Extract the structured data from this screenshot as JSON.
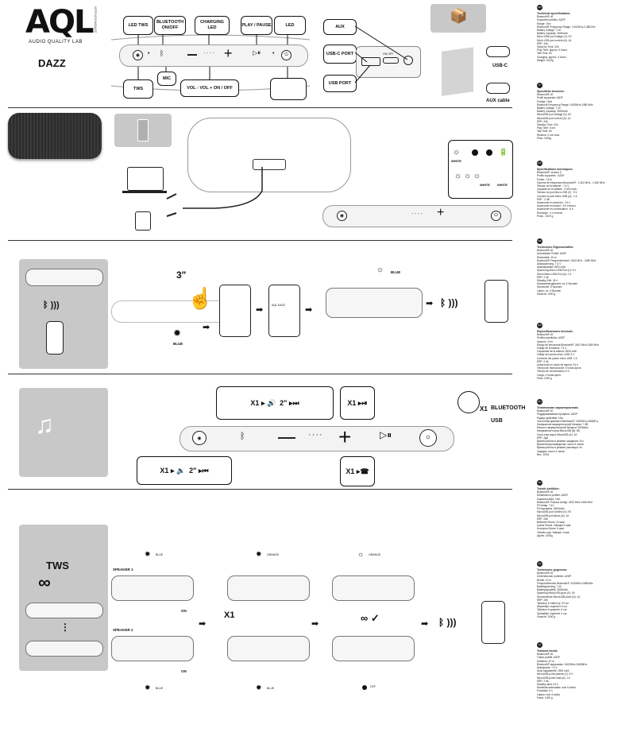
{
  "brand": {
    "logo": "AQL",
    "tagline": "AUDIO QUALITY LAB",
    "model": "DAZZ",
    "code": "ISTRUZIONIDAZZ"
  },
  "controls": {
    "led_tws": "LED TWS",
    "bluetooth": "BLUETOOTH ON/OFF",
    "charging_led": "CHARGING LED",
    "play_pause": "PLAY / PAUSE",
    "led": "LED",
    "tws": "TWS",
    "mic": "MIC",
    "vol": "VOL - VOL + ON / OFF"
  },
  "ports": {
    "aux": "AUX",
    "usbc": "USB-C PORT",
    "usb": "USB PORT",
    "usbc_cable": "USB-C",
    "aux_cable": "AUX cable",
    "on_off": "ON OFF"
  },
  "charge": {
    "white1": "WHITE",
    "white2": "WHITE",
    "white3": "WHITE"
  },
  "pairing": {
    "time": "3\"",
    "color1": "BLUE",
    "color2": "BLUE",
    "device": "AQL DAZZ"
  },
  "music": {
    "x1": "X1",
    "two_sec": "2\"",
    "bluetooth": "BLUETOOTH",
    "usb": "USB"
  },
  "tws": {
    "title": "TWS",
    "speaker1": "SPEAKER 1",
    "speaker2": "SPEAKER 2",
    "on": "ON",
    "x1": "X1",
    "blue": "BLUE",
    "orange": "ORANGE",
    "off": "OFF"
  },
  "specs": [
    {
      "flag": "EN",
      "title": "Technical specifications:",
      "lines": [
        "Bluetooth® v5",
        "Supported profiles: A2DP",
        "Range: 10m",
        "Bluetooth® Frequency Range: 2.402GHz-2.480GHz",
        "Battery Voltage: 7.4V",
        "Battery Capacity: 2500mAh",
        "Micro USB port voltage (V): 5V",
        "Micro USB port current (A): 1A",
        "ERP: 2db",
        "Stand-by Time: 24h",
        "Play Time: approx. 5 hours",
        "Talk Time: 6h",
        "Charging: approx. 4 hours",
        "Weight: 1000g"
      ]
    },
    {
      "flag": "IT",
      "title": "Specifiche tecniche:",
      "lines": [
        "Bluetooth® v5",
        "Profili supportati: A2DP",
        "Portata: 10mt",
        "Bluetooth Frequency Range: 2402MHz-2480 MHz",
        "Battery Voltage: 7.4V",
        "Battery Capacity: 2500mAh",
        "MicroUSB port Voltage (V): 5V",
        "MicroUSB port current (A): 1A",
        "ERP: 2db",
        "Standby Time: 24h",
        "Play Time: 5 ore",
        "Talk Time: 6h",
        "Ricarica: 4 ore circa",
        "Peso: 1000g"
      ]
    },
    {
      "flag": "FR",
      "title": "Spécifications techniques:",
      "lines": [
        "Bluetooth®: version 5",
        "Profils supportés : A2DP",
        "Portée : 10 m",
        "Gamme de fréquences Bluetooth® : 2 402 MHz - 2 480 MHz",
        "Tension de la batterie : 7,4 V",
        "Capacité de la batterie : 2 500 mAh",
        "Tension du port Micro USB (V) : 5 V",
        "Courant du port Micro USB (A) : 1 A",
        "ERP : 2 dB",
        "Autonomie en stand-by : 24 h",
        "Autonomie en lecture : 5 h environ",
        "Autonomie en conversation : 6 h",
        "Recharge : 4 h environ",
        "Poids : 1000 g"
      ]
    },
    {
      "flag": "DE",
      "title": "Technische Eigenschaften:",
      "lines": [
        "Bluetooth® v5",
        "Unterstützte Profile: A2DP",
        "Reichweite: 10 m",
        "Bluetooth®-Frequenzbereich: 2402 MHz - 2480 MHz",
        "Akkuspannung: 7,4 V",
        "Akkukapazität: 2500 mAh",
        "Spannung Micro-USB-Port (V): 5 V",
        "Strom Micro-USB-Port (A): 1 A",
        "ERP: 2 db",
        "Standby-Zeit: 24 h",
        "Musikwiedergabezeit: ca. 5 Stunden",
        "Sprechzeit: 6 Stunden",
        "Laden: ca. 4 Stunden",
        "Gewicht: 1000 g"
      ]
    },
    {
      "flag": "ES",
      "title": "Especificaciones técnicas:",
      "lines": [
        "Bluetooth® v5",
        "Perfiles admitidos: A2DP",
        "Alcance: 10 m",
        "Rango de frecuencia Bluetooth®: 2402 MHz-2480 MHz",
        "Voltaje de la batería: 7,4 V",
        "Capacidad de la batería: 2500 mAh",
        "Voltaje del puerto micro USB: 5 V",
        "Corriente del puerto micro USB: 1 A",
        "ERP: 2 db",
        "Autonomía en modo de espera: 24 h",
        "Tiempo de reproducción: 5 horas aprox.",
        "Tiempo de conversación: 6 h",
        "Carga: 4 horas aprox.",
        "Peso: 1000 g"
      ]
    },
    {
      "flag": "RU",
      "title": "Технические характеристики:",
      "lines": [
        "Bluetooth® v5",
        "Поддерживаемые профили: A2DP",
        "Радиус действия: 10м",
        "Частотный диапазон Bluetooth®: 2402МГц-2480МГц",
        "Напряжение аккумуляторной батареи: 7,4В",
        "Емкость аккумуляторной батареи: 2500мАч",
        "Напряжение порта MicroUSB (В): 5В",
        "Сила тока порта MicroUSB (А): 1А",
        "ERP: 2дБ",
        "Время работы в режиме ожидания: 24ч",
        "Время воспроизведения: около 5 часов",
        "Время работы в режиме разговора: 6ч",
        "Зарядка: около 4 часов",
        "Вес: 1000г"
      ]
    },
    {
      "flag": "TR",
      "title": "Teknik özellikler:",
      "lines": [
        "Bluetooth® v5",
        "Desteklenen profiller: A2DP",
        "Kapsama alanı: 10m",
        "Bluetooth® Frekans Aralığı: 2402 MHz-2480 MHz",
        "Pil Voltajı: 7,4V",
        "Pil Kapasitesi: 2500mAh",
        "MicroUSB port Gerilimi (V): 5V",
        "MicroUSB port akımı (A): 1A",
        "ERP: 2db",
        "Bekleme Süresi: 24 saat",
        "Çalma Süresi: Yaklaşık 5 saat",
        "Konuşma Süresi: 6 saat",
        "Yeniden şarj: Yaklaşık 4 saat",
        "Ağırlık: 1000g"
      ]
    },
    {
      "flag": "NL",
      "title": "Technische gegevens:",
      "lines": [
        "Bluetooth® v5",
        "Ondersteunde profielen: A2DP",
        "Bereik: 10 m",
        "Frequentiebereik Bluetooth®: 2402MHz-2480MHz",
        "Batterijspanning: 7,4V",
        "Batterijcapaciteit: 2500mAh",
        "Spanning MicroUSB-poort (V): 5V",
        "Stroomsterkte MicroUSB-poort (A): 1A",
        "ERP: 2db",
        "Tijdsduur in stand-by: 24 uur",
        "Afspeeltijd: ongeveer 5 uur",
        "Tijdsduur in gesprek: 6 uur",
        "Oplaadtijd: ongeveer 4 uur",
        "Gewicht: 1000 g"
      ]
    },
    {
      "flag": "FI",
      "title": "Tekniset tiedot:",
      "lines": [
        "Bluetooth® v5",
        "Tuetut profiilit: A2DP",
        "Kantama: 10 m",
        "Bluetooth® taajuusalue: 2402MHz-2480MHz",
        "Akkujännite: 7,4 V",
        "Akun kapasiteetti: 2500 mAh",
        "MicroUSB-portin jännite (V): 5 V",
        "MicroUSB-portin virta (A): 1 A",
        "ERP: 2 db",
        "Standby-aika: 24 h",
        "Musiikinkuunteluaika: noin 5 tuntia",
        "Puheaika: 6 h",
        "Lataus: noin 4 tuntia",
        "Paino: 1000 g"
      ]
    }
  ]
}
